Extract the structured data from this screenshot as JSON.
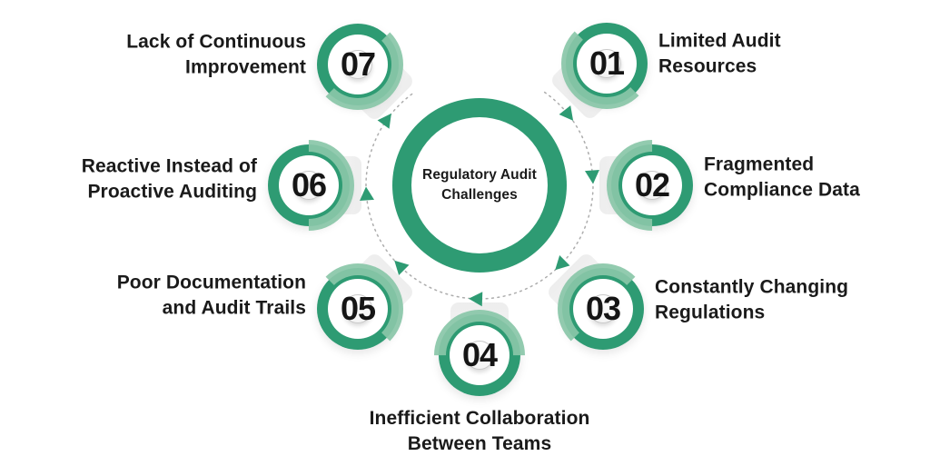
{
  "diagram": {
    "center_label": "Regulatory Audit Challenges",
    "flow_direction": "clockwise",
    "items": [
      {
        "number": "01",
        "label": "Limited Audit Resources"
      },
      {
        "number": "02",
        "label": "Fragmented Compliance Data"
      },
      {
        "number": "03",
        "label": "Constantly Changing Regulations"
      },
      {
        "number": "04",
        "label": "Inefficient Collaboration Between Teams"
      },
      {
        "number": "05",
        "label": "Poor Documentation and Audit Trails"
      },
      {
        "number": "06",
        "label": "Reactive Instead of Proactive Auditing"
      },
      {
        "number": "07",
        "label": "Lack of Continuous Improvement"
      }
    ],
    "colors": {
      "green": "#2E9B73",
      "light_green": "#8AC7A9",
      "text": "#1A1A1A",
      "number": "#151515",
      "dotted_line": "#ADADAD",
      "diamond_gray": "#EDEDED",
      "background": "#FFFFFF"
    }
  }
}
